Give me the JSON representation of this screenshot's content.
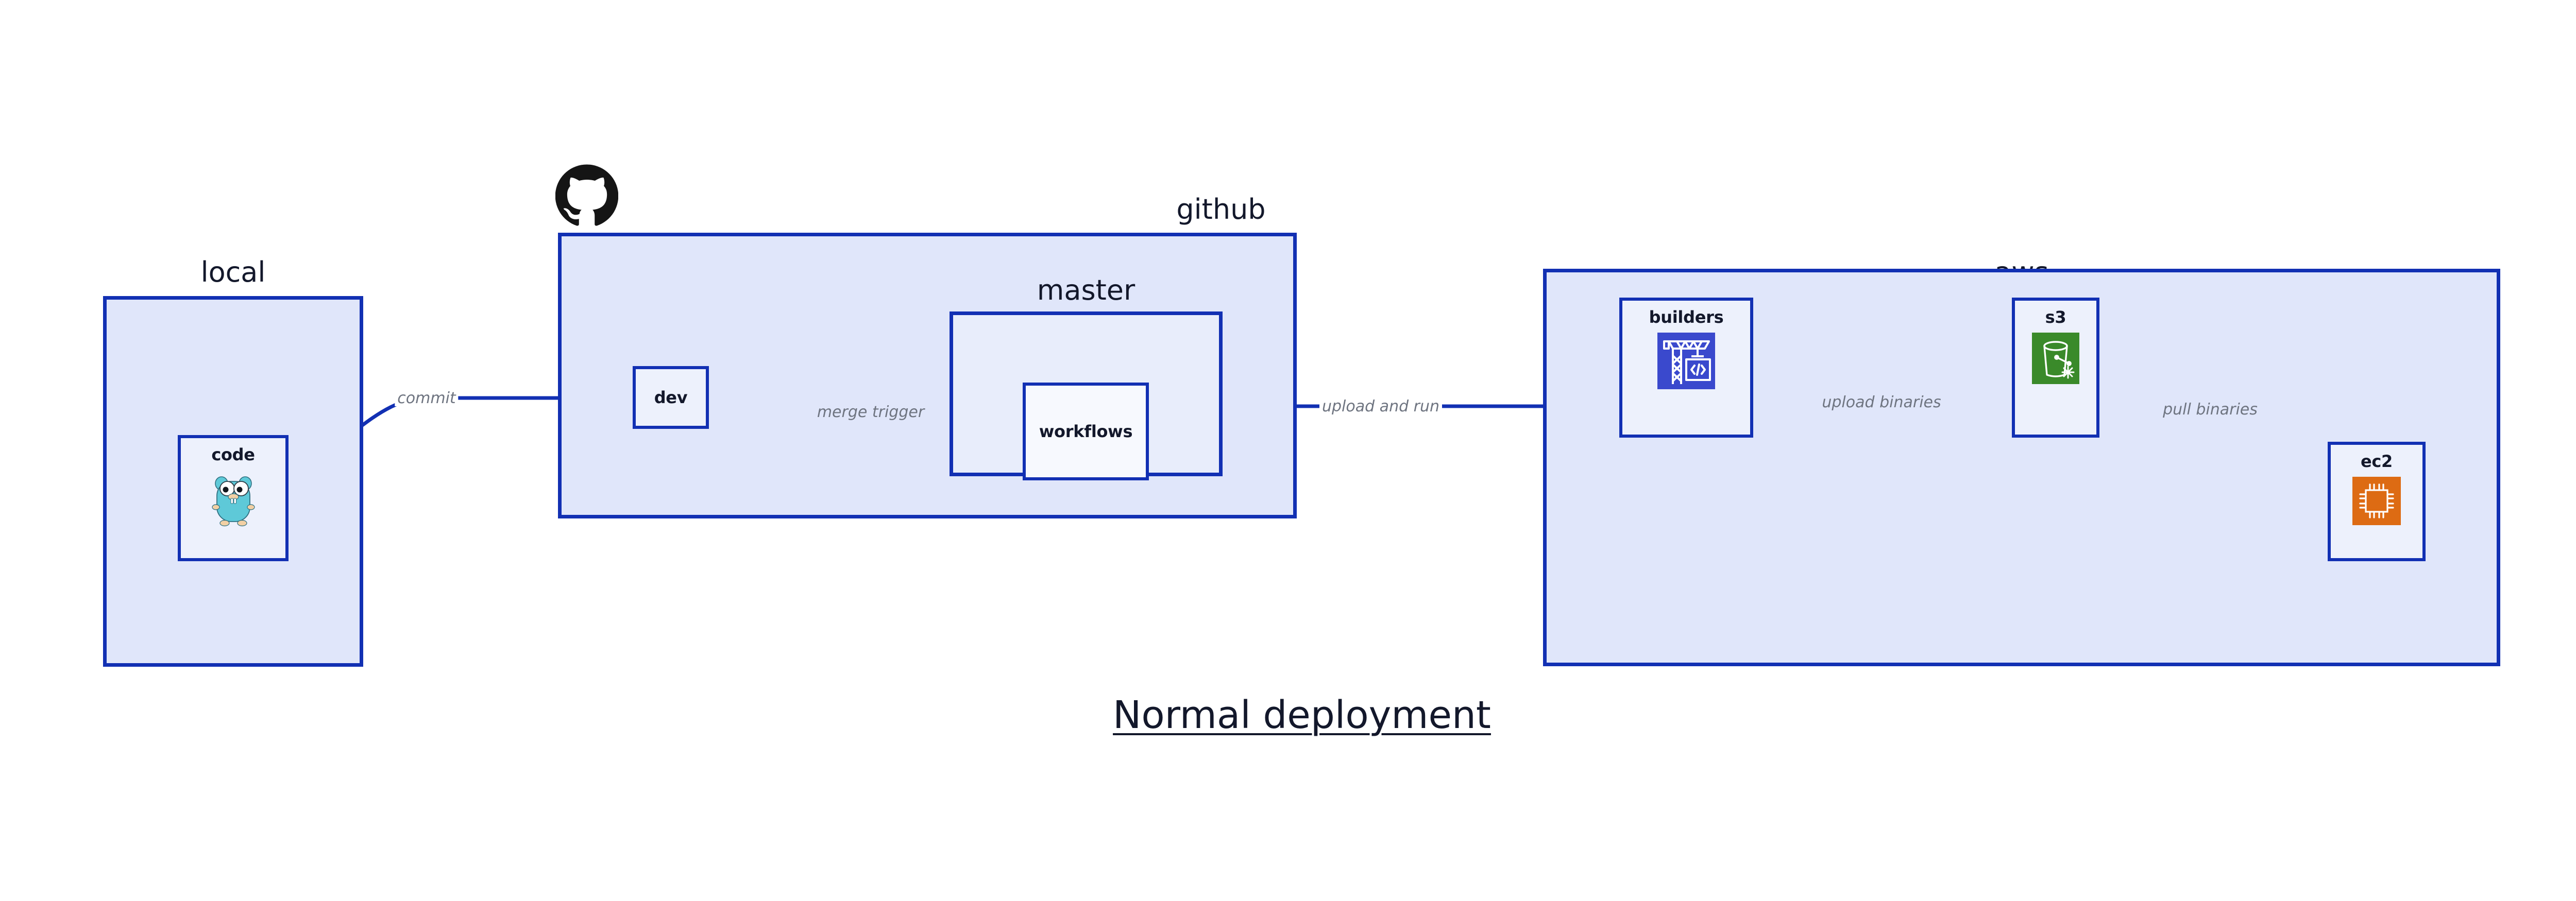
{
  "diagram": {
    "title": "Normal deployment",
    "colors": {
      "border": "#1230b3",
      "group_fill": "#e0e6fa",
      "node_fill": "#edf1fc",
      "edge_label": "#6e7480",
      "text": "#13182b",
      "builders_icon_bg": "#3a49cd",
      "s3_icon_bg": "#3a8a2a",
      "ec2_icon_bg": "#dd6b13",
      "gopher_body": "#5ec9d8",
      "github_logo": "#151515"
    },
    "groups": [
      {
        "id": "local",
        "label": "local"
      },
      {
        "id": "github",
        "label": "github",
        "logo": "github-octocat-logo"
      },
      {
        "id": "master",
        "label": "master"
      },
      {
        "id": "aws",
        "label": "aws"
      }
    ],
    "nodes": [
      {
        "id": "code",
        "label": "code",
        "icon": "go-gopher-icon"
      },
      {
        "id": "dev",
        "label": "dev",
        "icon": null
      },
      {
        "id": "workflows",
        "label": "workflows",
        "icon": null
      },
      {
        "id": "builders",
        "label": "builders",
        "icon": "crane-code-icon"
      },
      {
        "id": "s3",
        "label": "s3",
        "icon": "s3-bucket-icon"
      },
      {
        "id": "ec2",
        "label": "ec2",
        "icon": "cpu-chip-icon"
      }
    ],
    "edges": [
      {
        "id": "code-dev",
        "from": "code",
        "to": "dev",
        "label": "commit"
      },
      {
        "id": "dev-workflows",
        "from": "dev",
        "to": "workflows",
        "label": "merge trigger"
      },
      {
        "id": "workflows-builders",
        "from": "workflows",
        "to": "builders",
        "label": "upload and run"
      },
      {
        "id": "builders-s3",
        "from": "builders",
        "to": "s3",
        "label": "upload binaries"
      },
      {
        "id": "s3-ec2",
        "from": "s3",
        "to": "ec2",
        "label": "pull binaries"
      }
    ]
  }
}
